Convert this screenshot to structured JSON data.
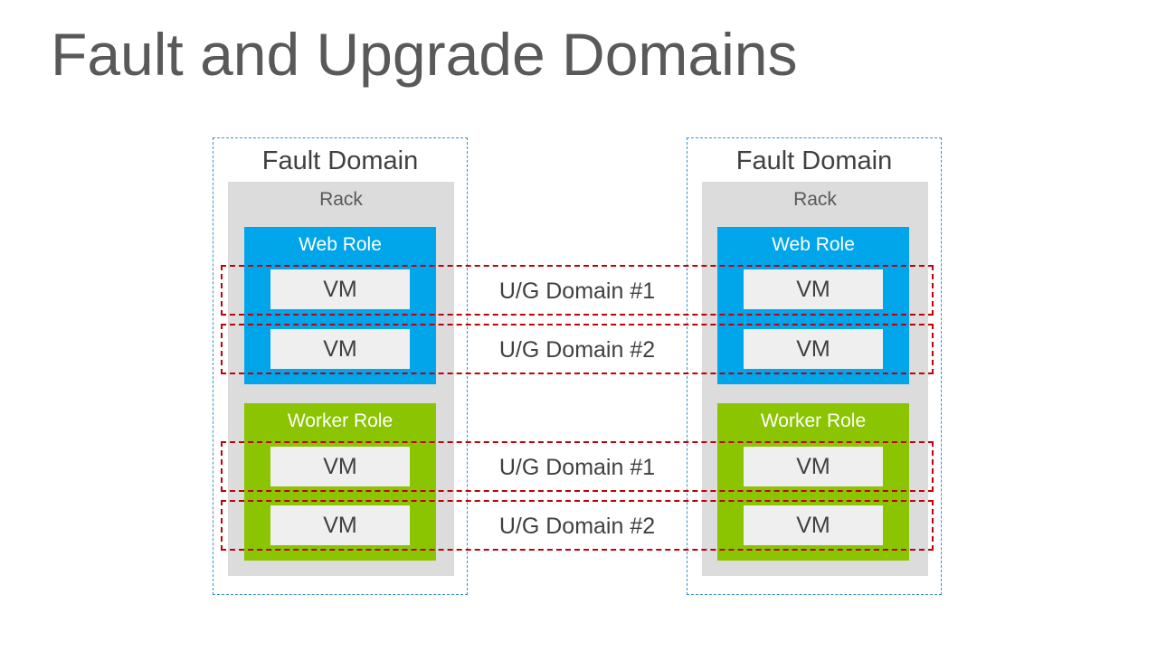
{
  "title": "Fault and Upgrade Domains",
  "fault_domain_label": "Fault Domain",
  "rack_label": "Rack",
  "web_role_label": "Web Role",
  "worker_role_label": "Worker Role",
  "vm_label": "VM",
  "ug_domain_1": "U/G Domain #1",
  "ug_domain_2": "U/G Domain #2",
  "colors": {
    "title": "#595959",
    "fault_domain_border": "#3a8fc8",
    "rack_fill": "#dcdcdc",
    "web_role_fill": "#00a5ea",
    "worker_role_fill": "#8bc400",
    "vm_fill": "#efefef",
    "ug_domain_border": "#c0000b"
  }
}
